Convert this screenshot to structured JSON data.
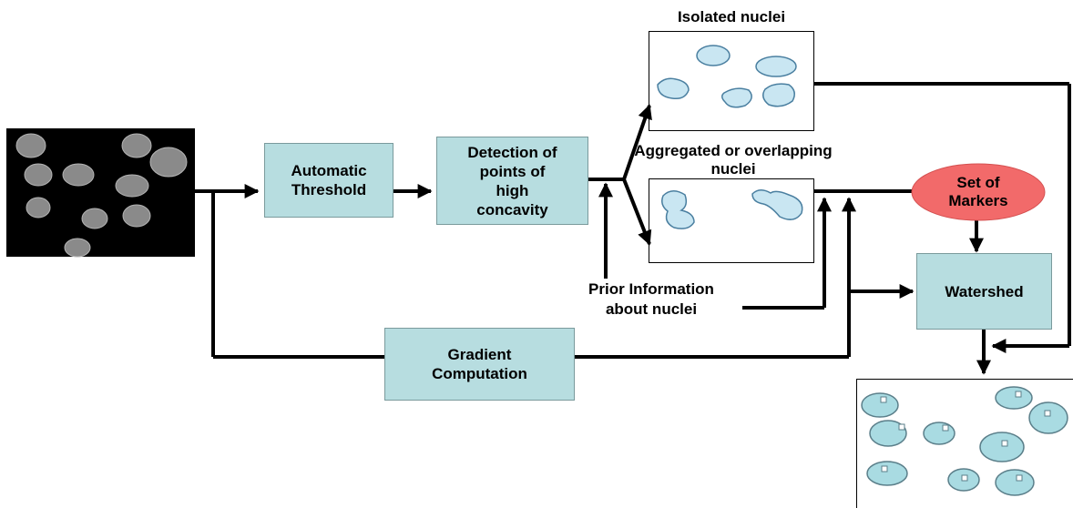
{
  "diagram": {
    "boxes": {
      "threshold": "Automatic\nThreshold",
      "concavity": "Detection of\npoints of\nhigh\nconcavity",
      "gradient": "Gradient\nComputation",
      "watershed": "Watershed"
    },
    "markers": "Set of\nMarkers",
    "labels": {
      "isolated": "Isolated nuclei",
      "aggregated": "Aggregated or overlapping\nnuclei",
      "prior": "Prior Information\nabout nuclei"
    },
    "colors": {
      "process_box": "#b7dde0",
      "markers_ellipse": "#f26a6a",
      "nucleus_fill": "#c9e6f2",
      "nucleus_fill_result": "#a9dbe2"
    }
  }
}
